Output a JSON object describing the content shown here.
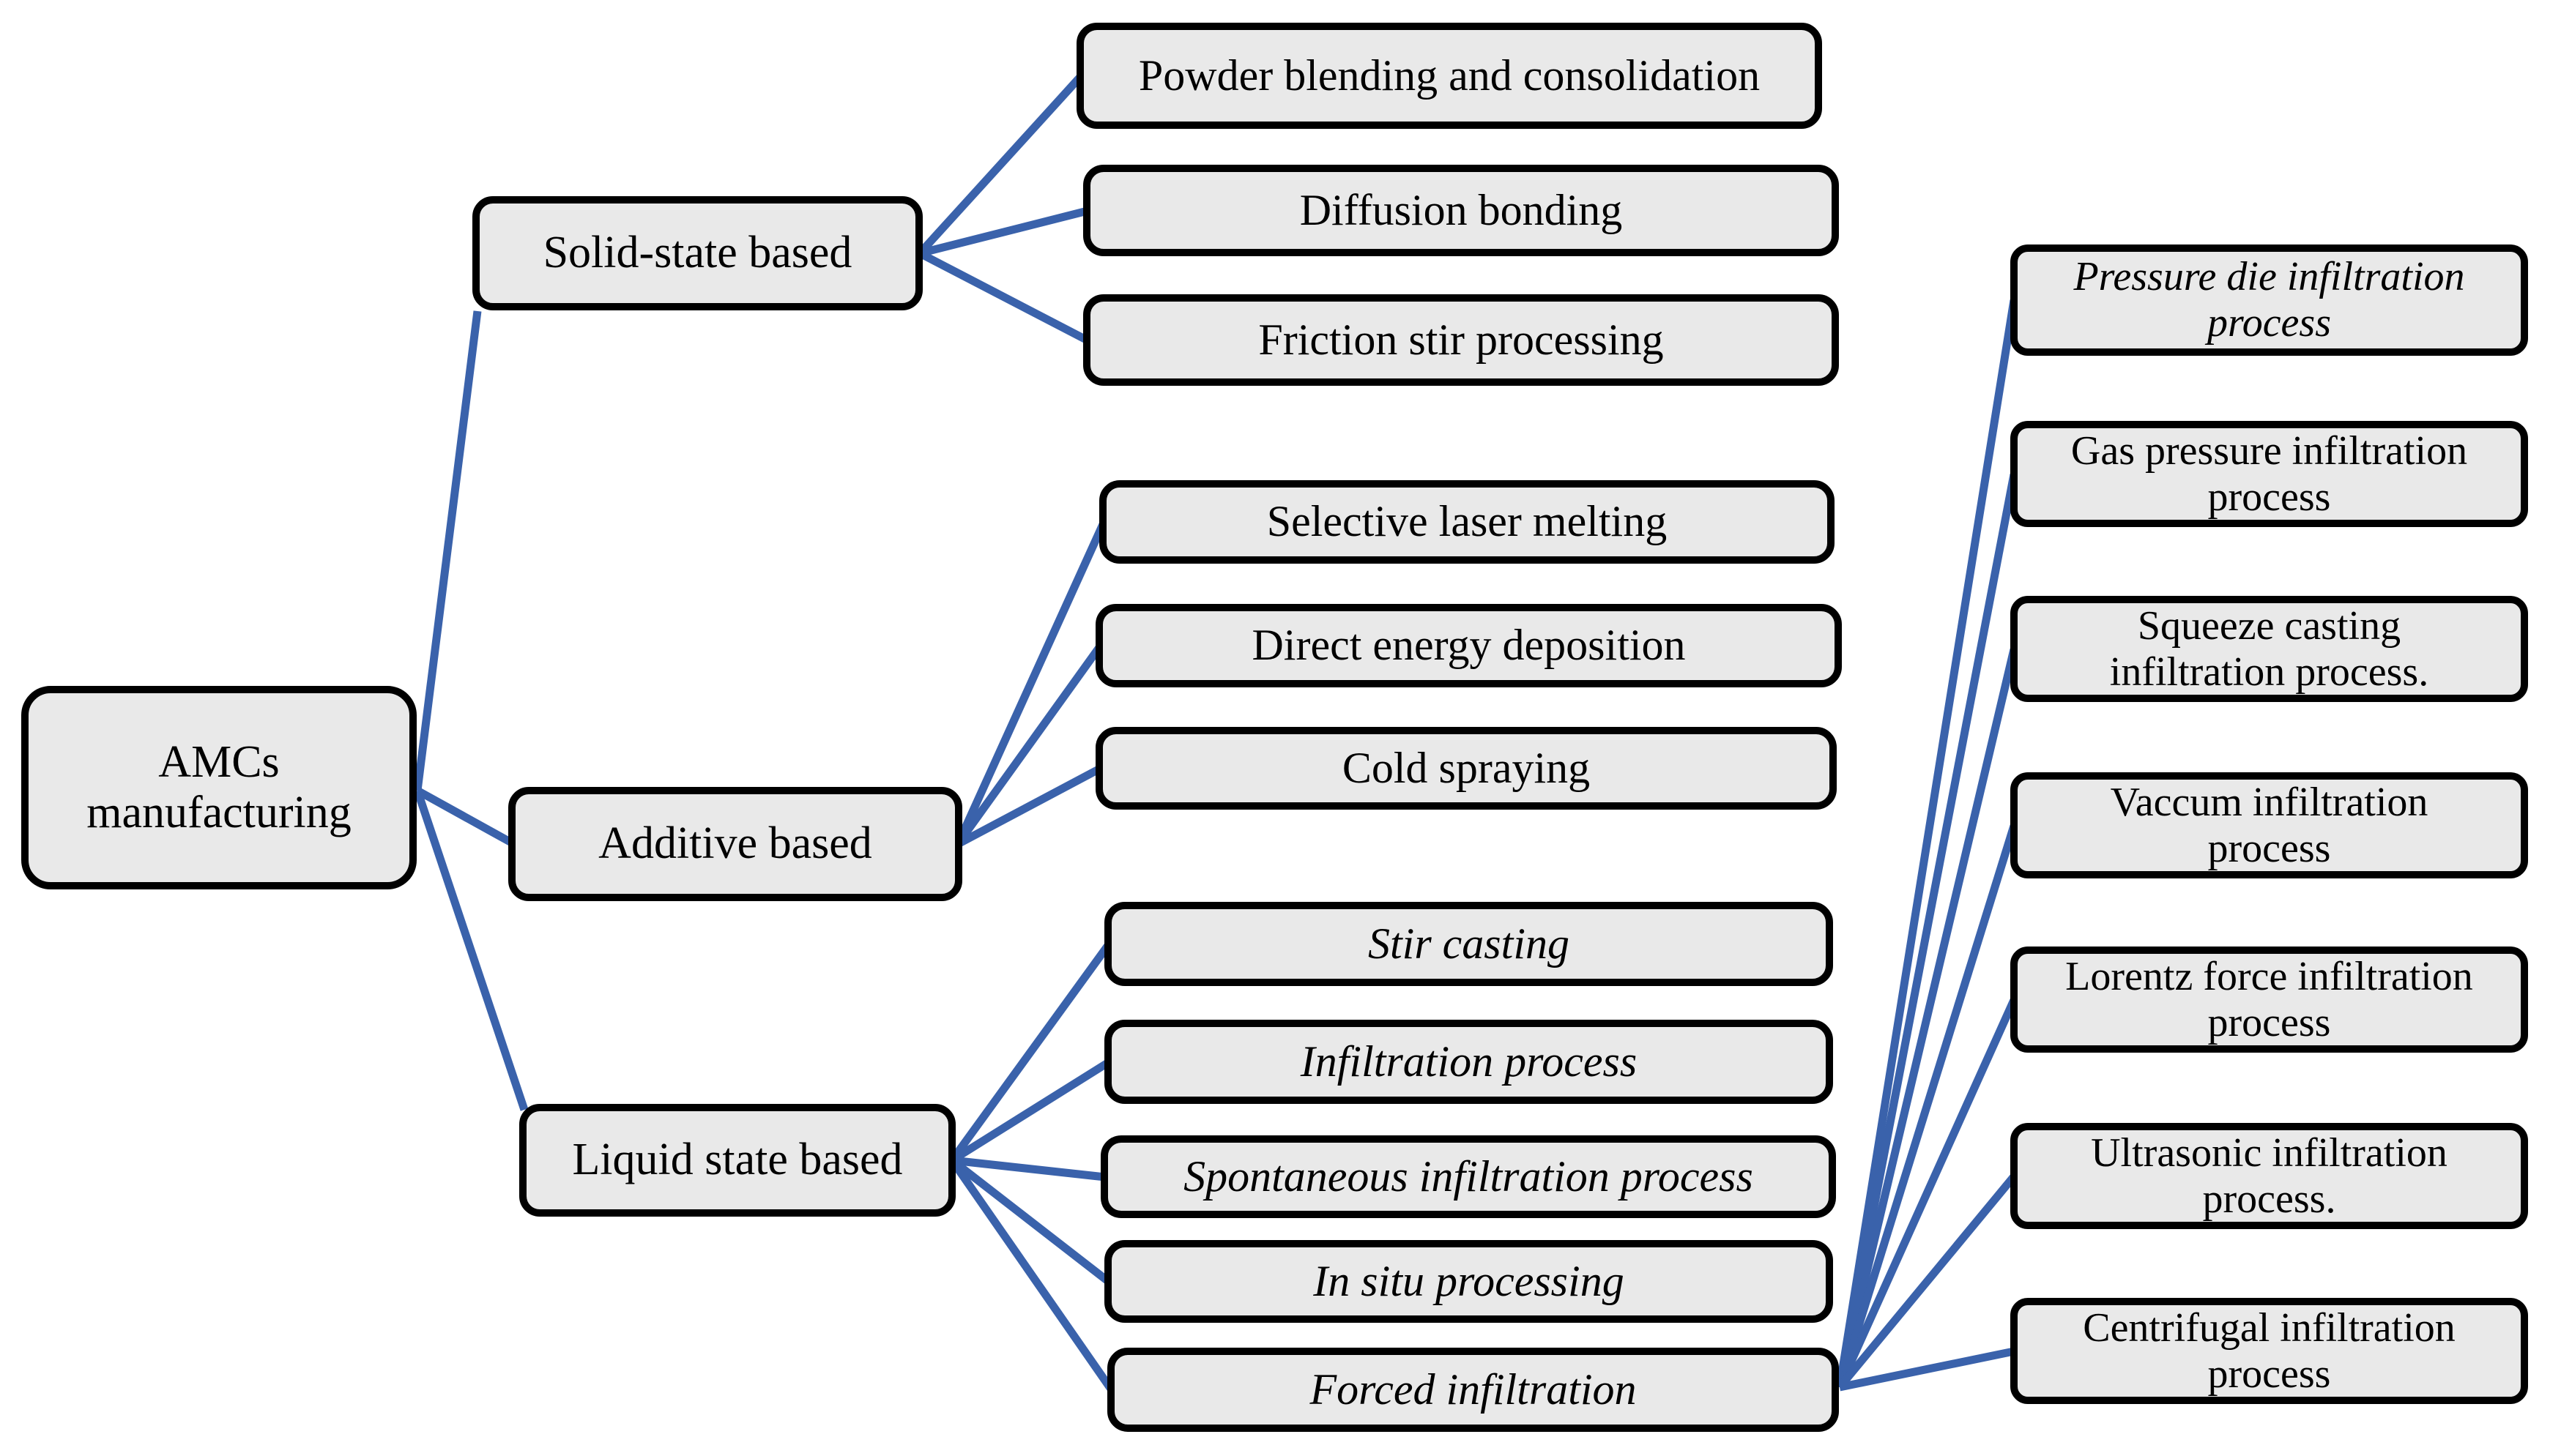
{
  "colors": {
    "connector": "#3a62ab",
    "node_fill": "#e9e9e9",
    "node_border": "#000000"
  },
  "root": {
    "label": "AMCs\nmanufacturing"
  },
  "branches": {
    "solid": {
      "label": "Solid-state based"
    },
    "additive": {
      "label": "Additive based"
    },
    "liquid": {
      "label": "Liquid state based"
    }
  },
  "solid_children": {
    "powder": {
      "label": "Powder blending and consolidation"
    },
    "diffusion": {
      "label": "Diffusion bonding"
    },
    "friction": {
      "label": "Friction stir processing"
    }
  },
  "additive_children": {
    "slm": {
      "label": "Selective laser melting"
    },
    "ded": {
      "label": "Direct energy deposition"
    },
    "cold": {
      "label": "Cold spraying"
    }
  },
  "liquid_children": {
    "stir": {
      "label": "Stir casting"
    },
    "infiltration": {
      "label": "Infiltration process"
    },
    "spontaneous": {
      "label": "Spontaneous infiltration process"
    },
    "insitu": {
      "label": "In situ processing"
    },
    "forced": {
      "label": "Forced infiltration"
    }
  },
  "forced_children": {
    "pressure_die": {
      "label": "Pressure die infiltration\nprocess"
    },
    "gas_pressure": {
      "label": "Gas pressure infiltration\nprocess"
    },
    "squeeze": {
      "label": "Squeeze casting\ninfiltration process."
    },
    "vaccum": {
      "label": "Vaccum infiltration\nprocess"
    },
    "lorentz": {
      "label": "Lorentz force infiltration\nprocess"
    },
    "ultrasonic": {
      "label": "Ultrasonic infiltration\nprocess."
    },
    "centrifugal": {
      "label": "Centrifugal infiltration\nprocess"
    }
  }
}
